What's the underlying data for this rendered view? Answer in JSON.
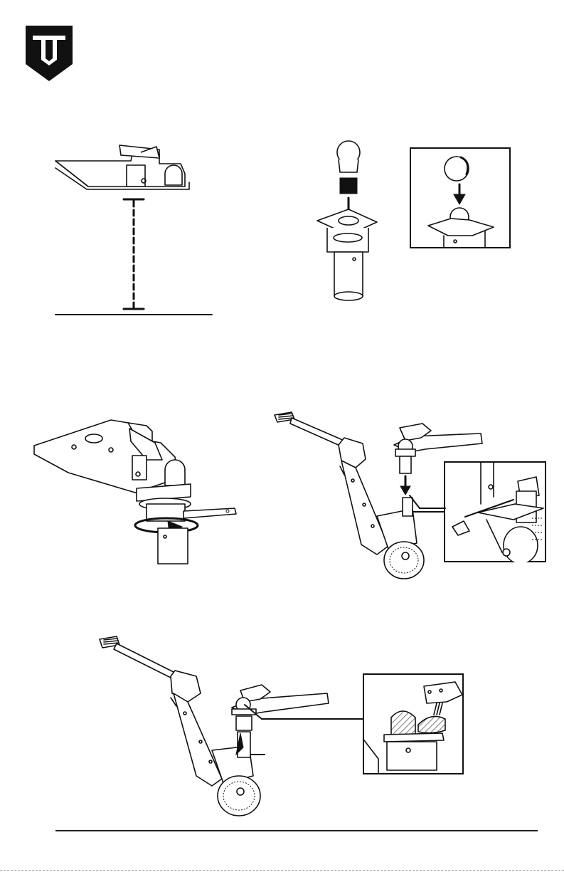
{
  "document": {
    "brand_logo": "shield-monogram-logo",
    "figures": [
      {
        "id": "fig-ball-height",
        "icon": "coupler-height-measurement-diagram"
      },
      {
        "id": "fig-ball-insert",
        "icon": "hitch-ball-insert-diagram"
      },
      {
        "id": "fig-ball-insert-detail",
        "icon": "ball-seat-detail-inset"
      },
      {
        "id": "fig-tighten-collar",
        "icon": "collar-tighten-rotation-diagram"
      },
      {
        "id": "fig-attach-mover",
        "icon": "mover-attach-diagram"
      },
      {
        "id": "fig-attach-detail",
        "icon": "pin-insert-detail-inset"
      },
      {
        "id": "fig-coupled-mover",
        "icon": "coupled-mover-diagram"
      },
      {
        "id": "fig-coupled-detail",
        "icon": "ball-coupler-section-inset"
      }
    ]
  },
  "colors": {
    "ink": "#111111",
    "paper": "#ffffff",
    "hatch": "#777777"
  }
}
